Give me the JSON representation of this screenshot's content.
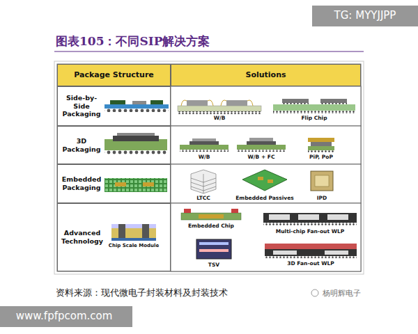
{
  "diagram": {
    "title": "图表105：不同SIP解决方案",
    "caption": "资料来源：现代微电子封装材料及封装技术",
    "nodes": [
      {
        "text": [
          "Package Structure"
        ]
      },
      {
        "text": [
          "Solutions"
        ]
      },
      {
        "text": [
          "Side-by-Side Packaging"
        ]
      },
      {
        "text": [
          "3D Packaging"
        ]
      },
      {
        "text": [
          "Embedded Packaging"
        ]
      },
      {
        "text": [
          "Advanced Technology"
        ]
      }
    ],
    "edges": [],
    "labels": [
      "W/B",
      "Flip Chip",
      "W/B",
      "W/B + FC",
      "PiP, PoP",
      "LTCC",
      "Embedded Passives",
      "IPD",
      "Embedded Chip",
      "Multi-chip Fan-out WLP",
      "Chip Scale Module",
      "TSV",
      "3D Fan-out WLP",
      "TG: MYYJJPP",
      "www.fpfpcom.com",
      "杨明辉电子"
    ]
  }
}
